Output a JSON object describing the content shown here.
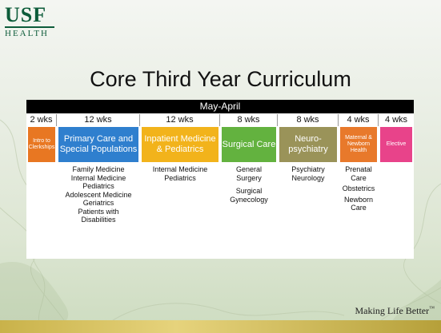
{
  "logo": {
    "usf": "USF",
    "health": "HEALTH"
  },
  "slide": {
    "title": "Core Third Year Curriculum"
  },
  "header": {
    "range": "May-April"
  },
  "columns": [
    {
      "weeks": "2 wks",
      "block": "Intro to Clerkships",
      "color": "#e87722",
      "items": []
    },
    {
      "weeks": "12 wks",
      "block": "Primary Care and Special Populations",
      "color": "#2f7fce",
      "items": [
        "Family Medicine",
        "Internal Medicine",
        "Pediatrics",
        "Adolescent Medicine",
        "Geriatrics",
        "Patients with",
        "Disabilities"
      ]
    },
    {
      "weeks": "12 wks",
      "block": "Inpatient Medicine & Pediatrics",
      "color": "#f2b31b",
      "items": [
        "Internal Medicine",
        "Pediatrics"
      ]
    },
    {
      "weeks": "8 wks",
      "block": "Surgical Care",
      "color": "#63b23f",
      "items": [
        "General Surgery",
        "Surgical Gynecology"
      ]
    },
    {
      "weeks": "8 wks",
      "block": "Neuro-psychiatry",
      "color": "#9a9359",
      "items": [
        "Psychiatry",
        "Neurology"
      ]
    },
    {
      "weeks": "4 wks",
      "block": "Maternal & Newborn Health",
      "color": "#e8792b",
      "items": [
        "Prenatal Care",
        "Obstetrics",
        "Newborn Care"
      ]
    },
    {
      "weeks": "4 wks",
      "block": "Elective",
      "color": "#e8438a",
      "items": []
    }
  ],
  "footer": {
    "tagline": "Making Life Better",
    "mark": "™"
  }
}
